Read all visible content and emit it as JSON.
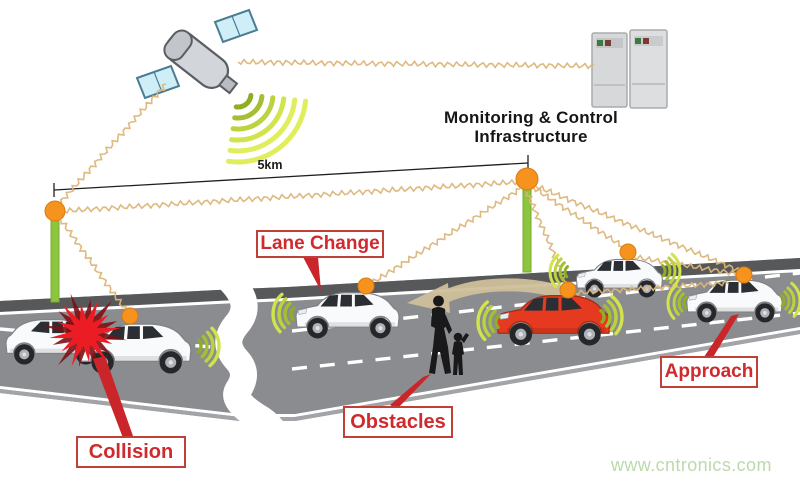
{
  "title": {
    "line1": "Monitoring & Control",
    "line2": "Infrastructure"
  },
  "distance_label": "5km",
  "callouts": {
    "lane_change": "Lane Change",
    "collision": "Collision",
    "obstacles": "Obstacles",
    "approach": "Approach"
  },
  "watermark": "www.cntronics.com",
  "colors": {
    "accent_orange": "#F6921E",
    "orange_edge": "#D87B12",
    "pole_green": "#8CC63E",
    "pole_edge": "#79A832",
    "label_red": "#C9252B",
    "burst_red": "#EC1C24",
    "burst_dark": "#7E1013",
    "road_gray": "#8A8C8F",
    "road_dark": "#57585A",
    "road_light_strip": "#A2A4A7",
    "wavy_tan": "#DCB57A",
    "car_red": "#E63A20",
    "car_white": "#F9FAFB",
    "arrow_tan": "#CFC09A",
    "watermark_green": "#BCD9AC",
    "signal_greens": [
      "#8FAD27",
      "#A4BF31",
      "#BCD23E",
      "#D2E44C",
      "#E0EE5C"
    ],
    "line_black": "#1F1F1F"
  },
  "entities": [
    "satellite",
    "control-servers",
    "roadside-unit-left",
    "roadside-unit-right",
    "collision-car-left",
    "collision-car-right",
    "lane-change-car",
    "red-car",
    "platoon-car",
    "approach-car",
    "pedestrians",
    "collision-burst",
    "lane-change-arrow",
    "wireless-links",
    "signal-arcs"
  ]
}
